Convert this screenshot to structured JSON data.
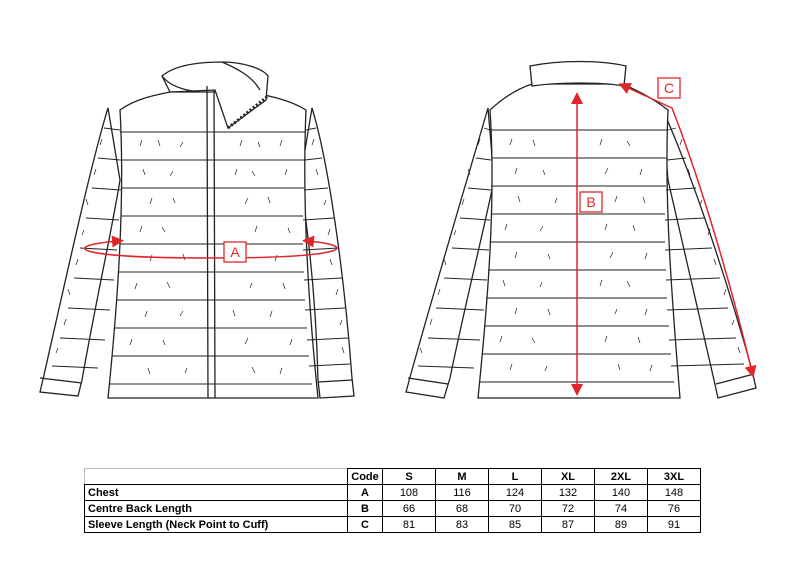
{
  "diagram": {
    "labels": {
      "a": "A",
      "b": "B",
      "c": "C"
    },
    "accent_color": "#e0262a"
  },
  "table": {
    "headers": {
      "code": "Code",
      "sizes": [
        "S",
        "M",
        "L",
        "XL",
        "2XL",
        "3XL"
      ]
    },
    "rows": [
      {
        "label": "Chest",
        "code": "A",
        "values": [
          "108",
          "116",
          "124",
          "132",
          "140",
          "148"
        ]
      },
      {
        "label": "Centre Back Length",
        "code": "B",
        "values": [
          "66",
          "68",
          "70",
          "72",
          "74",
          "76"
        ]
      },
      {
        "label": "Sleeve Length (Neck Point to Cuff)",
        "code": "C",
        "values": [
          "81",
          "83",
          "85",
          "87",
          "89",
          "91"
        ]
      }
    ]
  }
}
